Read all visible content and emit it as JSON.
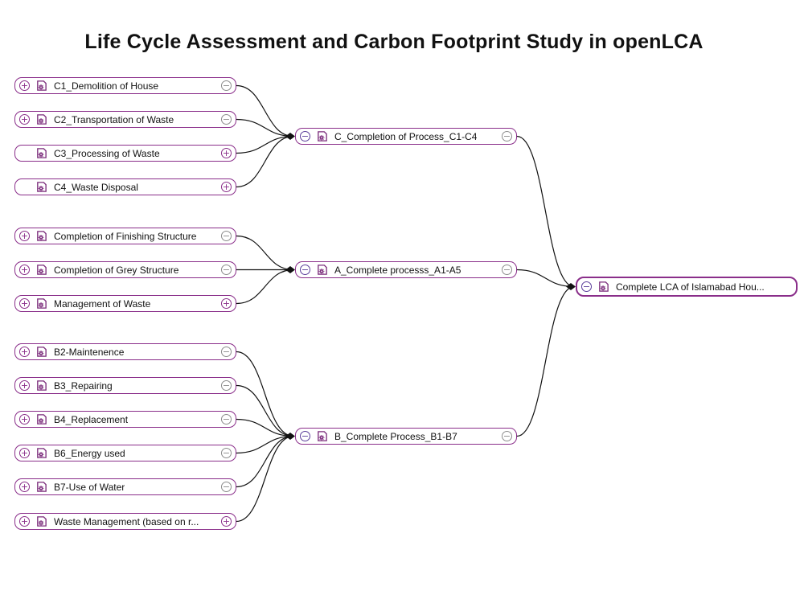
{
  "title": "Life Cycle Assessment and Carbon Footprint Study in openLCA",
  "root": {
    "label": "Complete LCA of Islamabad Hou..."
  },
  "subsystems": [
    {
      "id": "C",
      "label": "C_Completion of Process_C1-C4"
    },
    {
      "id": "A",
      "label": "A_Complete processs_A1-A5"
    },
    {
      "id": "B",
      "label": "B_Complete Process_B1-B7"
    }
  ],
  "processes": [
    {
      "label": "C1_Demolition of House",
      "parent": "C",
      "has_expand": true,
      "right_control": "collapse"
    },
    {
      "label": "C2_Transportation of Waste",
      "parent": "C",
      "has_expand": true,
      "right_control": "collapse"
    },
    {
      "label": "C3_Processing of Waste",
      "parent": "C",
      "has_expand": false,
      "right_control": "expand"
    },
    {
      "label": "C4_Waste Disposal",
      "parent": "C",
      "has_expand": false,
      "right_control": "expand"
    },
    {
      "label": "Completion of Finishing Structure",
      "parent": "A",
      "has_expand": true,
      "right_control": "collapse"
    },
    {
      "label": "Completion of Grey Structure",
      "parent": "A",
      "has_expand": true,
      "right_control": "collapse"
    },
    {
      "label": "Management of Waste",
      "parent": "A",
      "has_expand": true,
      "right_control": "expand"
    },
    {
      "label": "B2-Maintenence",
      "parent": "B",
      "has_expand": true,
      "right_control": "collapse"
    },
    {
      "label": "B3_Repairing",
      "parent": "B",
      "has_expand": true,
      "right_control": "collapse"
    },
    {
      "label": "B4_Replacement",
      "parent": "B",
      "has_expand": true,
      "right_control": "collapse"
    },
    {
      "label": "B6_Energy used",
      "parent": "B",
      "has_expand": true,
      "right_control": "collapse"
    },
    {
      "label": "B7-Use of Water",
      "parent": "B",
      "has_expand": true,
      "right_control": "collapse"
    },
    {
      "label": "Waste Management (based on r...",
      "parent": "B",
      "has_expand": true,
      "right_control": "expand"
    }
  ],
  "colors": {
    "node_border": "#8a2e8a",
    "collapse_control": "#8c8c8c",
    "edge": "#111111"
  }
}
